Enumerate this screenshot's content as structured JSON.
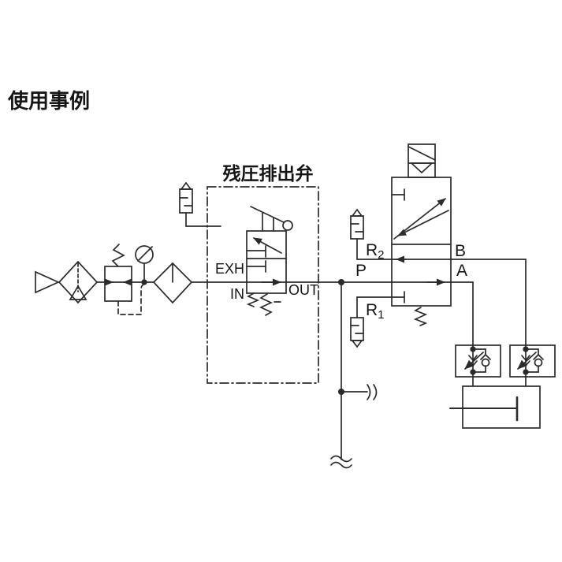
{
  "colors": {
    "background": "#ffffff",
    "line": "#2b2b2b",
    "text": "#151515"
  },
  "title": "使用事例",
  "exhaust_valve_box": {
    "label": "残圧排出弁"
  },
  "ports": {
    "exh": "EXH",
    "in": "IN",
    "out": "OUT",
    "p": "P",
    "a": "A",
    "b": "B",
    "r1_base": "R",
    "r1_sub": "1",
    "r2_base": "R",
    "r2_sub": "2"
  }
}
